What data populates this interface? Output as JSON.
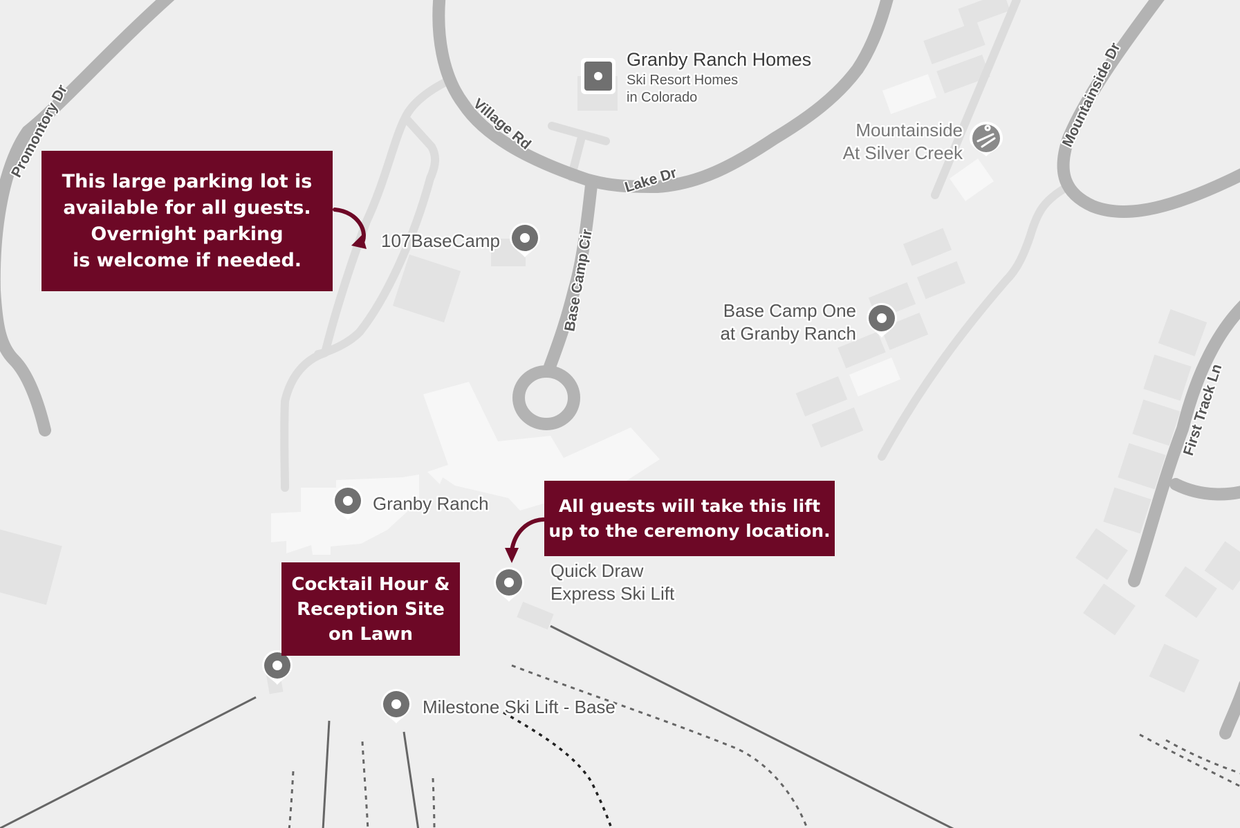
{
  "roads": {
    "promontory_dr": "Promontory Dr",
    "village_rd": "Village Rd",
    "lake_dr": "Lake Dr",
    "base_camp_cir": "Base Camp Cir",
    "mountainside_dr": "Mountainside Dr",
    "first_track_ln": "First Track Ln"
  },
  "places": {
    "granby_ranch_homes": {
      "name": "Granby Ranch Homes",
      "sub1": "Ski Resort Homes",
      "sub2": "in Colorado"
    },
    "mountainside_silver_creek": {
      "line1": "Mountainside",
      "line2": "At Silver Creek"
    },
    "basecamp_107": {
      "name": "107BaseCamp"
    },
    "base_camp_one": {
      "line1": "Base Camp One",
      "line2": "at Granby Ranch"
    },
    "granby_ranch": {
      "name": "Granby Ranch"
    },
    "quick_draw_lift": {
      "line1": "Quick Draw",
      "line2": "Express Ski Lift"
    },
    "milestone_lift": {
      "name": "Milestone Ski Lift - Base"
    }
  },
  "callouts": {
    "parking": {
      "lines": [
        "This large parking lot is",
        "available for all guests.",
        "Overnight parking",
        "is welcome if needed."
      ]
    },
    "lift": {
      "lines": [
        "All guests will take this lift",
        "up to the ceremony location."
      ]
    },
    "reception": {
      "lines": [
        "Cocktail Hour &",
        "Reception Site",
        "on Lawn"
      ]
    }
  },
  "colors": {
    "background": "#eeeeee",
    "callout": "#6d0826",
    "road_major": "#b3b3b3",
    "road_minor": "#dcdcdc",
    "building": "#e3e3e3",
    "building_light": "#f7f7f7",
    "pin": "#707070",
    "lift_line": "#666666"
  },
  "icons": {
    "pins": "map-pin-icon",
    "homes": "square-pin-icon",
    "mountainside": "ski-resort-icon",
    "arrows": "curved-arrow-icon"
  }
}
